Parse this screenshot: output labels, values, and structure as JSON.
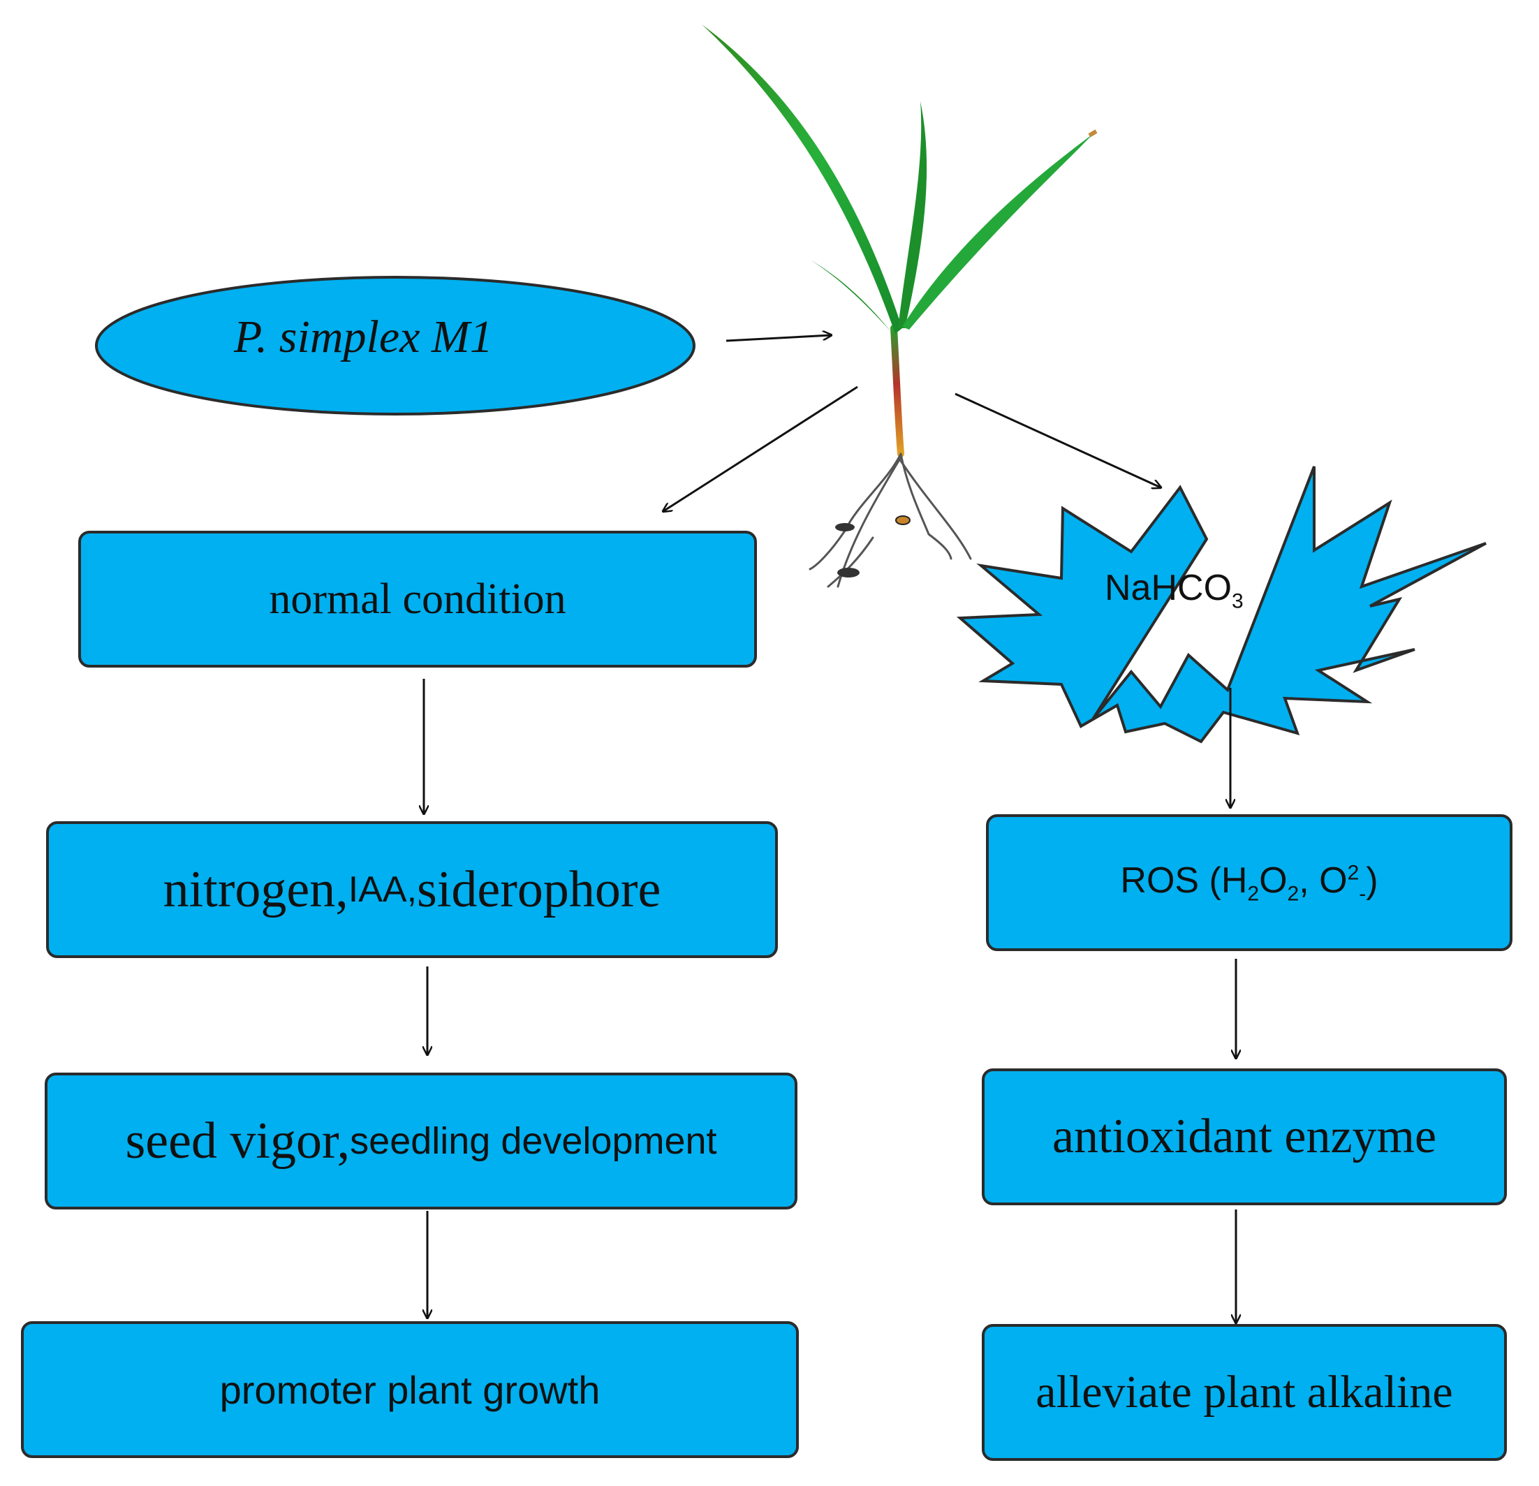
{
  "organism": "P. simplex M1",
  "stress": {
    "label": "NaHCO",
    "subscript": "3"
  },
  "left_branch": [
    {
      "text": "normal condition"
    },
    {
      "text_serif": "nitrogen, ",
      "text_sans": "IAA, ",
      "text_serif2": "siderophore"
    },
    {
      "text_serif": "seed vigor, ",
      "text_sans": "seedling development"
    },
    {
      "text": "promoter plant growth"
    }
  ],
  "right_branch": {
    "ros": {
      "prefix": "ROS (H",
      "sub1": "2",
      "mid": "O",
      "sub2": "2",
      "sep": ", O",
      "sup": "2",
      "sub3": "-",
      "suffix": ")"
    },
    "antioxidant": "antioxidant enzyme",
    "alleviate": "alleviate plant alkaline"
  },
  "colors": {
    "box_fill": "#00b0f0",
    "border": "#2b2b2b",
    "leaf": "#1f9a2e",
    "stem": "#c62a1b"
  }
}
